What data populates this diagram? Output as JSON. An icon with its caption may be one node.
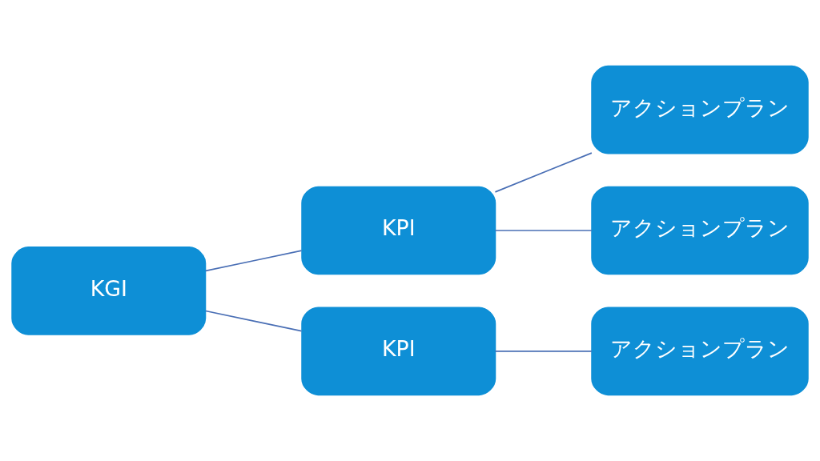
{
  "diagram": {
    "nodes": [
      {
        "text": [
          "KGI"
        ]
      },
      {
        "text": [
          "KPI"
        ]
      },
      {
        "text": [
          "KPI"
        ]
      },
      {
        "text": [
          "アクションプラン"
        ]
      },
      {
        "text": [
          "アクションプラン"
        ]
      },
      {
        "text": [
          "アクションプラン"
        ]
      }
    ],
    "edges": [
      {
        "from": 0,
        "to": 1,
        "arrow": "none"
      },
      {
        "from": 0,
        "to": 2,
        "arrow": "none"
      },
      {
        "from": 1,
        "to": 3,
        "arrow": "none"
      },
      {
        "from": 1,
        "to": 4,
        "arrow": "none"
      },
      {
        "from": 2,
        "to": 5,
        "arrow": "none"
      }
    ]
  }
}
